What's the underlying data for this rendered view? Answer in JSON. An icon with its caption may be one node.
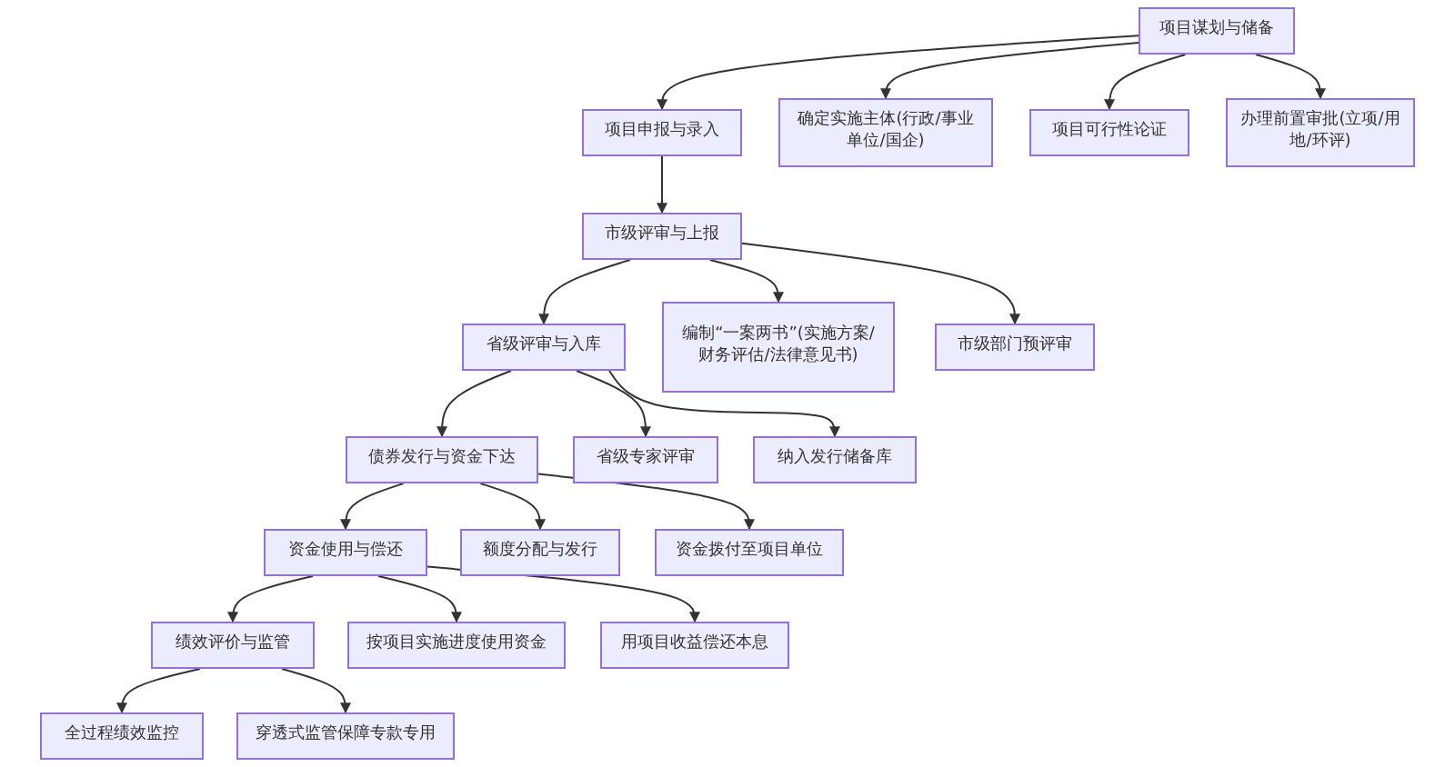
{
  "diagram": {
    "nodes": [
      {
        "text": [
          "项目谋划与储备"
        ]
      },
      {
        "text": [
          "项目申报与录入"
        ]
      },
      {
        "text": [
          "确定实施主体(行政/事业单位/国企)"
        ]
      },
      {
        "text": [
          "项目可行性论证"
        ]
      },
      {
        "text": [
          "办理前置审批(立项/用地/环评)"
        ]
      },
      {
        "text": [
          "市级评审与上报"
        ]
      },
      {
        "text": [
          "省级评审与入库"
        ]
      },
      {
        "text": [
          "编制“一案两书”(实施方案/财务评估/法律意见书)"
        ]
      },
      {
        "text": [
          "市级部门预评审"
        ]
      },
      {
        "text": [
          "债券发行与资金下达"
        ]
      },
      {
        "text": [
          "省级专家评审"
        ]
      },
      {
        "text": [
          "纳入发行储备库"
        ]
      },
      {
        "text": [
          "资金使用与偿还"
        ]
      },
      {
        "text": [
          "额度分配与发行"
        ]
      },
      {
        "text": [
          "资金拨付至项目单位"
        ]
      },
      {
        "text": [
          "绩效评价与监管"
        ]
      },
      {
        "text": [
          "按项目实施进度使用资金"
        ]
      },
      {
        "text": [
          "用项目收益偿还本息"
        ]
      },
      {
        "text": [
          "全过程绩效监控"
        ]
      },
      {
        "text": [
          "穿透式监管保障专款专用"
        ]
      }
    ],
    "edges": [
      {
        "from": 0,
        "to": 1,
        "arrow": "to"
      },
      {
        "from": 0,
        "to": 2,
        "arrow": "to"
      },
      {
        "from": 0,
        "to": 3,
        "arrow": "to"
      },
      {
        "from": 0,
        "to": 4,
        "arrow": "to"
      },
      {
        "from": 1,
        "to": 5,
        "arrow": "to"
      },
      {
        "from": 5,
        "to": 6,
        "arrow": "to"
      },
      {
        "from": 5,
        "to": 7,
        "arrow": "to"
      },
      {
        "from": 5,
        "to": 8,
        "arrow": "to"
      },
      {
        "from": 6,
        "to": 9,
        "arrow": "to"
      },
      {
        "from": 6,
        "to": 10,
        "arrow": "to"
      },
      {
        "from": 6,
        "to": 11,
        "arrow": "to"
      },
      {
        "from": 9,
        "to": 12,
        "arrow": "to"
      },
      {
        "from": 9,
        "to": 13,
        "arrow": "to"
      },
      {
        "from": 9,
        "to": 14,
        "arrow": "to"
      },
      {
        "from": 12,
        "to": 15,
        "arrow": "to"
      },
      {
        "from": 12,
        "to": 16,
        "arrow": "to"
      },
      {
        "from": 12,
        "to": 17,
        "arrow": "to"
      },
      {
        "from": 15,
        "to": 18,
        "arrow": "to"
      },
      {
        "from": 15,
        "to": 19,
        "arrow": "to"
      }
    ]
  }
}
